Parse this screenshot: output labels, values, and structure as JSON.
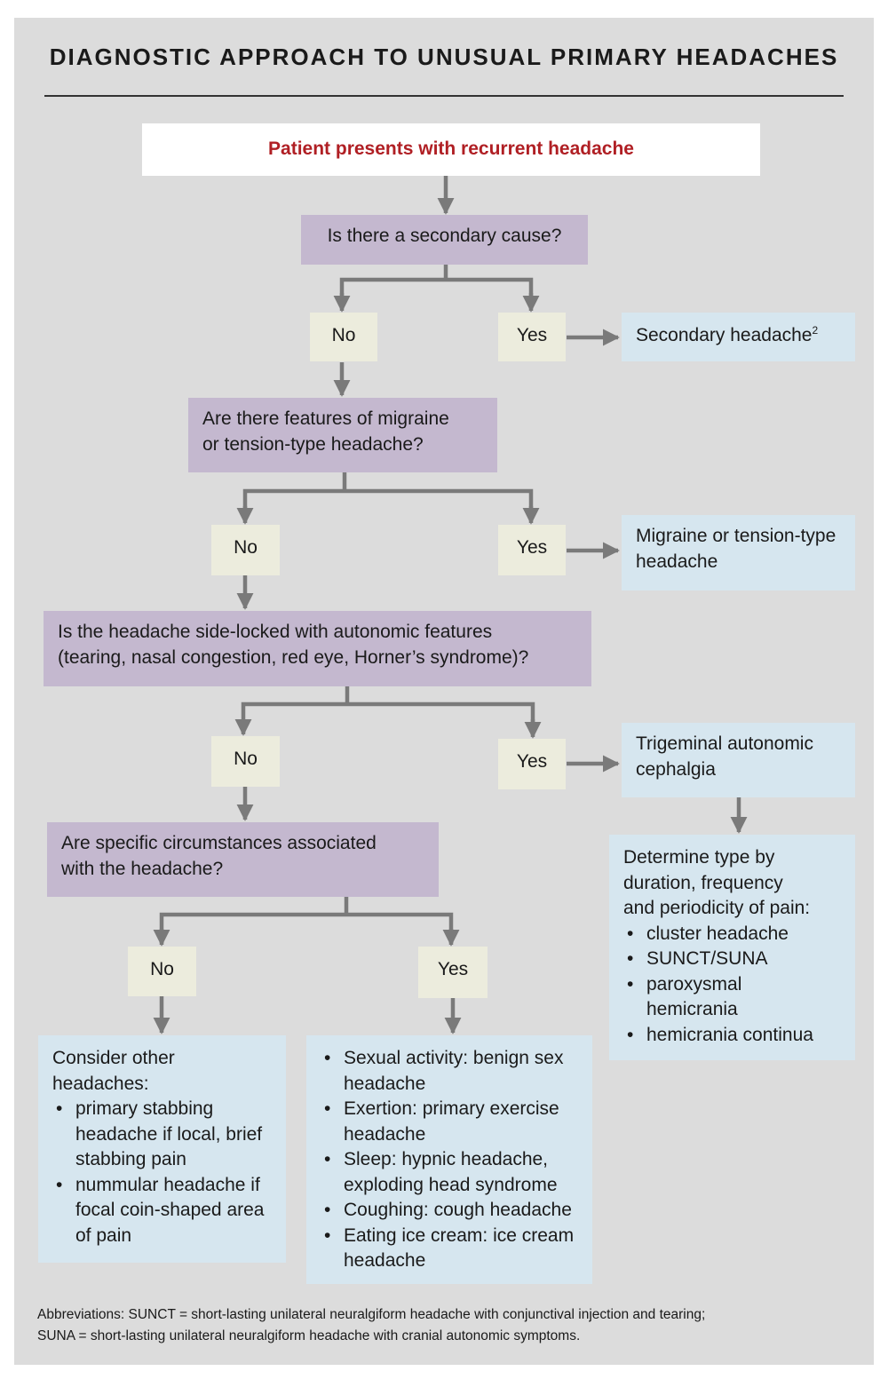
{
  "title": "DIAGNOSTIC APPROACH TO UNUSUAL PRIMARY HEADACHES",
  "start": "Patient presents with recurrent headache",
  "q1": "Is there a secondary cause?",
  "q2": [
    "Are there features of migraine",
    "or tension-type headache?"
  ],
  "q3": [
    "Is the headache side-locked with autonomic features",
    "(tearing, nasal congestion, red eye, Horner’s syndrome)?"
  ],
  "q4": [
    "Are specific circumstances associated",
    "with the headache?"
  ],
  "no_label": "No",
  "yes_label": "Yes",
  "r1": {
    "text": "Secondary headache",
    "sup": "2"
  },
  "r2": [
    "Migraine or tension-type",
    "headache"
  ],
  "r3": [
    "Trigeminal autonomic",
    "cephalgia"
  ],
  "r4": {
    "intro": [
      "Determine type by",
      "duration, frequency",
      "and periodicity of pain:"
    ],
    "items": [
      "cluster headache",
      "SUNCT/SUNA",
      "paroxysmal hemicrania",
      "hemicrania continua"
    ]
  },
  "r5": {
    "intro": [
      "Consider other",
      "headaches:"
    ],
    "items": [
      "primary stabbing headache if local, brief stabbing pain",
      "nummular headache if focal coin-shaped area of pain"
    ]
  },
  "r6": {
    "items": [
      "Sexual activity: benign sex headache",
      "Exertion: primary exercise headache",
      "Sleep: hypnic headache, exploding head syndrome",
      "Coughing: cough headache",
      "Eating ice cream: ice cream headache"
    ]
  },
  "footnote": [
    "Abbreviations: SUNCT = short-lasting unilateral neuralgiform headache with conjunctival injection and tearing;",
    "SUNA = short-lasting unilateral neuralgiform headache with cranial autonomic symptoms."
  ],
  "colors": {
    "panel": "#dcdcdc",
    "question": "#c4b8cf",
    "answer": "#ececdd",
    "result": "#d6e6ef",
    "accent": "#b01f24",
    "arrow": "#7a7a7a"
  }
}
